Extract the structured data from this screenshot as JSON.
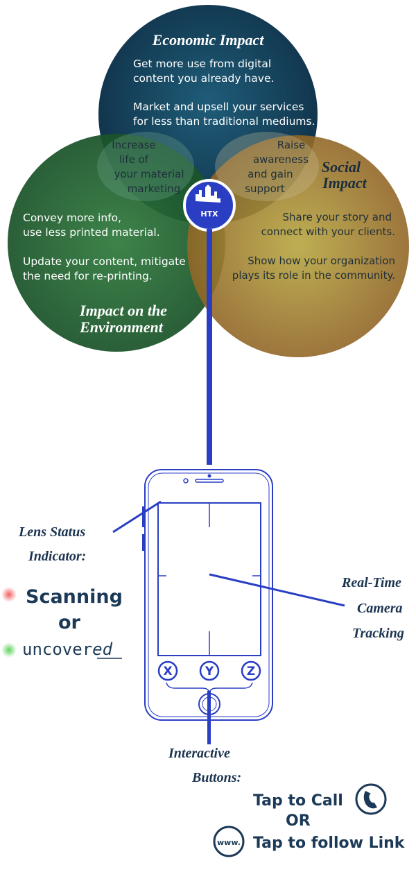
{
  "venn": {
    "economic": {
      "title": "Economic Impact",
      "lines": [
        "Get more use from digital",
        "content you already have.",
        "Market and upsell your services",
        "for less than traditional mediums."
      ]
    },
    "environment": {
      "title_line1": "Impact on the",
      "title_line2": "Environment",
      "lines": [
        "Convey more info,",
        "use less printed material.",
        "Update your content, mitigate",
        "the need for re-printing."
      ]
    },
    "social": {
      "title_line1": "Social",
      "title_line2": "Impact",
      "lines": [
        "Share your story and",
        "connect with your clients.",
        "Show how your organization",
        "plays its role in the community."
      ]
    },
    "overlap_econ_env": [
      "Increase",
      "life of",
      "your material",
      "marketing"
    ],
    "overlap_econ_social": [
      "Raise",
      "awareness",
      "and gain",
      "support"
    ],
    "logo_text": "HTX",
    "colors": {
      "economic": "#123d55",
      "environment": "#1d5a2c",
      "social": "#9a7e2a",
      "accent": "#2a3ec4"
    }
  },
  "phone": {
    "buttons": [
      "X",
      "Y",
      "Z"
    ]
  },
  "labels": {
    "lens_status_line1": "Lens Status",
    "lens_status_line2": "Indicator:",
    "realtime_line1": "Real-Time",
    "realtime_line2": "Camera",
    "realtime_line3": "Tracking",
    "interactive_line1": "Interactive",
    "interactive_line2": "Buttons:"
  },
  "status": {
    "scanning": "Scanning",
    "or": "or",
    "uncovered_main": "uncover",
    "uncovered_suffix": "ed",
    "scanning_color": "#f26060",
    "uncovered_color": "#5fd35f"
  },
  "actions": {
    "call": "Tap to Call",
    "or": "OR",
    "link": "Tap to follow Link",
    "www": "www."
  }
}
